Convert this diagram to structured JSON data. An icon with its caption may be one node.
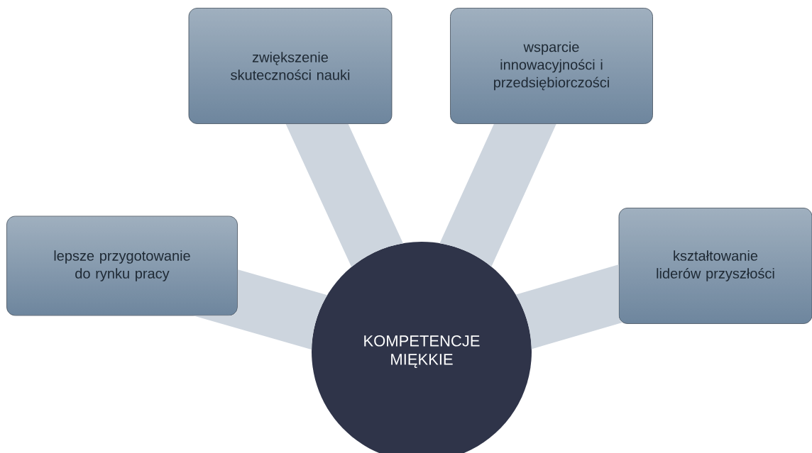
{
  "diagram": {
    "nodes": [
      {
        "text": [
          "zwiększenie skuteczności nauki"
        ]
      },
      {
        "text": [
          "wsparcie innowacyjności i przedsiębiorczości"
        ]
      },
      {
        "text": [
          "lepsze przygotowanie do rynku pracy"
        ]
      },
      {
        "text": [
          "kształtowanie liderów przyszłości"
        ]
      },
      {
        "text": [
          "KOMPETENCJE MIĘKKIE"
        ]
      }
    ],
    "edges": [
      {
        "from": 4,
        "to": 0,
        "arrow": "none"
      },
      {
        "from": 4,
        "to": 1,
        "arrow": "none"
      },
      {
        "from": 4,
        "to": 2,
        "arrow": "none"
      },
      {
        "from": 4,
        "to": 3,
        "arrow": "none"
      }
    ]
  }
}
